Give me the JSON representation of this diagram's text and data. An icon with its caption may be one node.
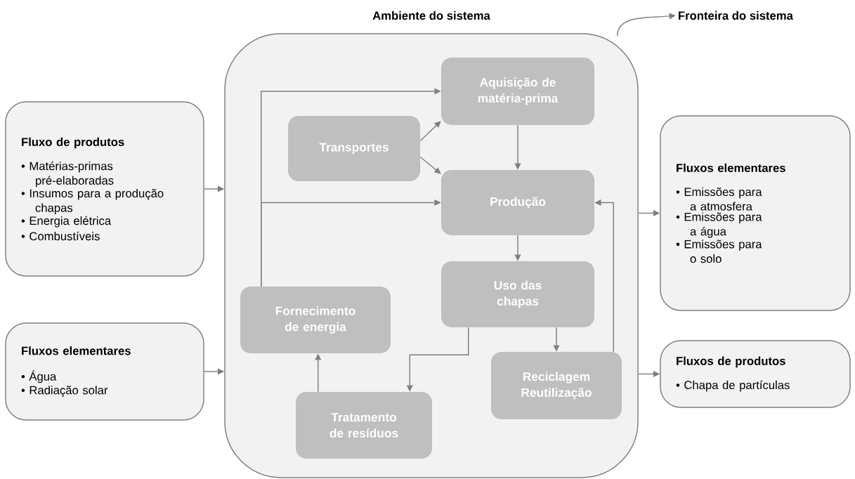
{
  "diagram": {
    "nodes": [
      {
        "text": [
          "Ambiente do sistema"
        ]
      },
      {
        "text": [
          "Fronteira do sistema"
        ]
      },
      {
        "text": [
          "Fluxo de produtos",
          "• Matérias-primas pré-elaboradas",
          "• Insumos para a produção chapas",
          "• Energia elétrica",
          "• Combustíveis"
        ]
      },
      {
        "text": [
          "Fluxos elementares",
          "• Água",
          "• Radiação solar"
        ]
      },
      {
        "text": [
          "Aquisição de matéria-prima"
        ],
        "in": 0
      },
      {
        "text": [
          "Transportes"
        ],
        "in": 0
      },
      {
        "text": [
          "Produção"
        ],
        "in": 0
      },
      {
        "text": [
          "Fornecimento de energia"
        ],
        "in": 0
      },
      {
        "text": [
          "Uso das chapas"
        ],
        "in": 0
      },
      {
        "text": [
          "Reciclagem Reutilização"
        ],
        "in": 0
      },
      {
        "text": [
          "Tratamento de resíduos"
        ],
        "in": 0
      },
      {
        "text": [
          "Fluxos elementares",
          "• Emissões para a atmosfera",
          "• Emissões para a água",
          "• Emissões para o solo"
        ]
      },
      {
        "text": [
          "Fluxos de produtos",
          "• Chapa de partículas"
        ]
      }
    ],
    "edges": [
      {
        "from": 2,
        "to": 0,
        "arrow": "to"
      },
      {
        "from": 3,
        "to": 0,
        "arrow": "to"
      },
      {
        "from": 0,
        "to": 11,
        "arrow": "to"
      },
      {
        "from": 0,
        "to": 12,
        "arrow": "to"
      },
      {
        "from": 0,
        "to": 1,
        "arrow": "to"
      },
      {
        "from": 5,
        "to": 4,
        "arrow": "to"
      },
      {
        "from": 5,
        "to": 6,
        "arrow": "to"
      },
      {
        "from": 4,
        "to": 6,
        "arrow": "to"
      },
      {
        "from": 7,
        "to": 4,
        "arrow": "to"
      },
      {
        "from": 7,
        "to": 6,
        "arrow": "to"
      },
      {
        "from": 6,
        "to": 8,
        "arrow": "to"
      },
      {
        "from": 8,
        "to": 9,
        "arrow": "to"
      },
      {
        "from": 8,
        "to": 10,
        "arrow": "to"
      },
      {
        "from": 10,
        "to": 7,
        "arrow": "to"
      },
      {
        "from": 9,
        "to": 6,
        "arrow": "to"
      }
    ]
  }
}
